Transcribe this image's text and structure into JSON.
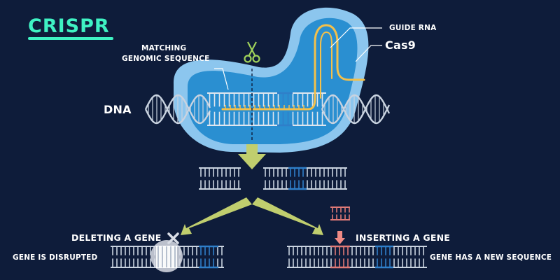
{
  "title": "CRISPR",
  "labels": {
    "guide_rna": "GUIDE RNA",
    "cas9": "Cas9",
    "matching_line1": "MATCHING",
    "matching_line2": "GENOMIC SEQUENCE",
    "dna": "DNA",
    "deleting": "DELETING A GENE",
    "inserting": "INSERTING A GENE",
    "disrupted": "GENE IS DISRUPTED",
    "new_sequence": "GENE HAS A NEW SEQUENCE"
  },
  "colors": {
    "background": "#0e1c3a",
    "title": "#3ff2c3",
    "cas9_outer": "#8cc6ee",
    "cas9_inner": "#2a8fd1",
    "guide_rna": "#f4c04a",
    "dna_strand": "#c9d3e0",
    "target_segment": "#2f7fc9",
    "inserted_segment": "#e07a77",
    "arrow_green": "#c0ce6e",
    "arrow_pink": "#f08a85"
  },
  "icons": [
    "scissors-icon",
    "cross-icon",
    "arrow-down-icon"
  ]
}
